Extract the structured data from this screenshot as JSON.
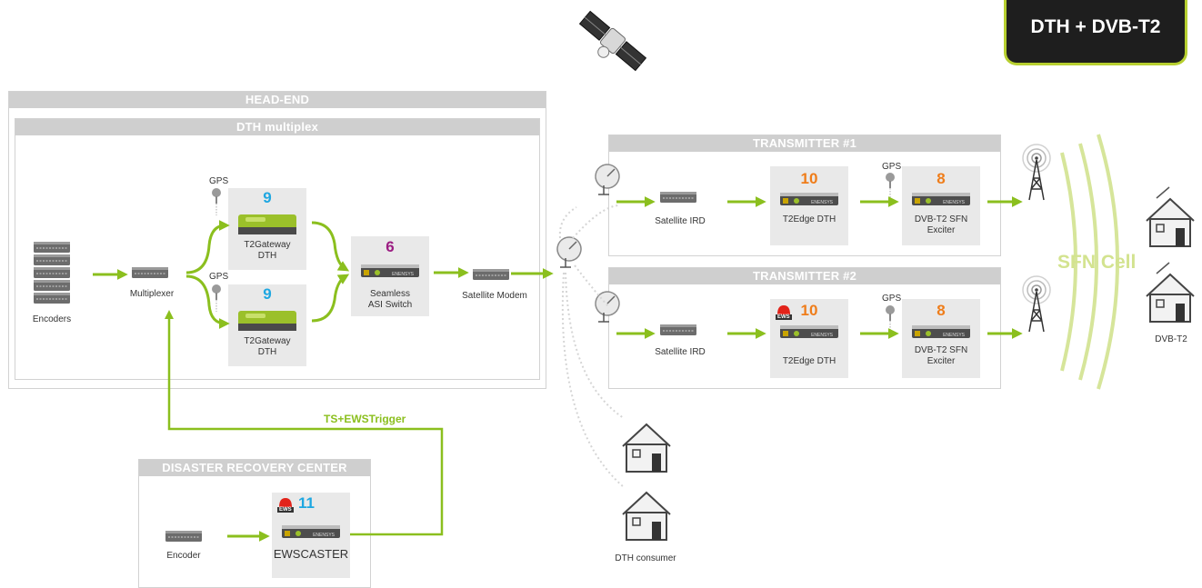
{
  "badge": {
    "text": "DTH + DVB-T2"
  },
  "panels": {
    "head_end": "HEAD-END",
    "dth_multiplex": "DTH multiplex",
    "transmitter1": "TRANSMITTER #1",
    "transmitter2": "TRANSMITTER #2",
    "disaster_recovery": "DISASTER RECOVERY CENTER"
  },
  "labels": {
    "encoders": "Encoders",
    "multiplexer": "Multiplexer",
    "t2gateway_a": "T2Gateway\nDTH",
    "t2gateway_b": "T2Gateway\nDTH",
    "seamless_switch": "Seamless\nASI Switch",
    "satellite_modem": "Satellite Modem",
    "sat_ird_1": "Satellite IRD",
    "t2edge_1": "T2Edge DTH",
    "exciter_1": "DVB-T2 SFN\nExciter",
    "sat_ird_2": "Satellite IRD",
    "t2edge_2": "T2Edge DTH",
    "exciter_2": "DVB-T2 SFN\nExciter",
    "encoder": "Encoder",
    "ewscaster": "EWSCASTER",
    "dth_consumer": "DTH consumer",
    "dvb_t2": "DVB-T2",
    "ts_ews_trigger": "TS+EWSTrigger",
    "sfn_cell": "SFN Cell",
    "gps": "GPS",
    "ews": "EWS"
  },
  "numbers": {
    "t2gateway_a": "9",
    "t2gateway_b": "9",
    "seamless_switch": "6",
    "t2edge_1": "10",
    "exciter_1": "8",
    "t2edge_2": "10",
    "exciter_2": "8",
    "ewscaster": "11"
  },
  "device_brand": "ENENSYS",
  "colors": {
    "accent_green": "#8bbf1e",
    "light_green": "#d3e38f",
    "panel_gray": "#cfcfcf",
    "blue": "#1ea7e1",
    "purple": "#9b1c82",
    "orange": "#ef7d1a",
    "badge_bg": "#1e1e1e"
  }
}
